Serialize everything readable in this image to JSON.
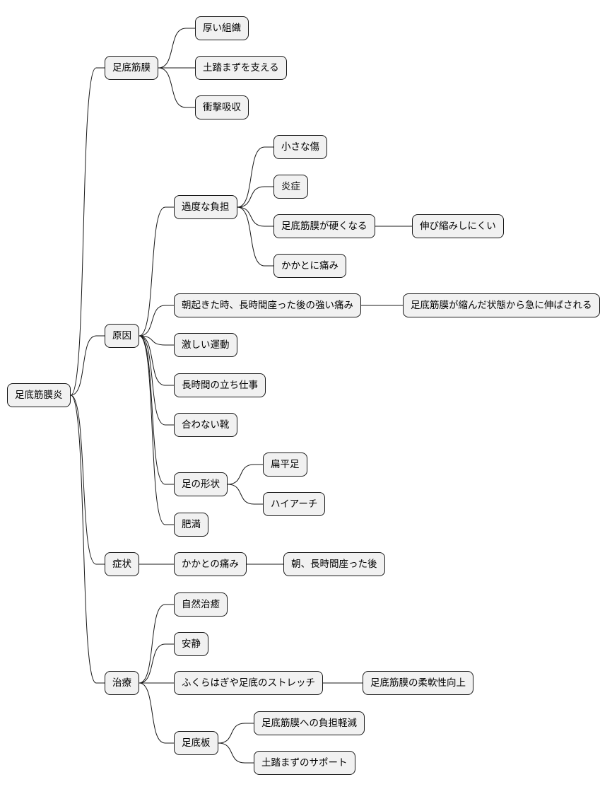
{
  "mindmap": {
    "root": "足底筋膜炎",
    "branches": [
      {
        "label": "足底筋膜",
        "children": [
          {
            "label": "厚い組織"
          },
          {
            "label": "土踏まずを支える"
          },
          {
            "label": "衝撃吸収"
          }
        ]
      },
      {
        "label": "原因",
        "children": [
          {
            "label": "過度な負担",
            "children": [
              {
                "label": "小さな傷"
              },
              {
                "label": "炎症"
              },
              {
                "label": "足底筋膜が硬くなる",
                "children": [
                  {
                    "label": "伸び縮みしにくい"
                  }
                ]
              },
              {
                "label": "かかとに痛み"
              }
            ]
          },
          {
            "label": "朝起きた時、長時間座った後の強い痛み",
            "children": [
              {
                "label": "足底筋膜が縮んだ状態から急に伸ばされる"
              }
            ]
          },
          {
            "label": "激しい運動"
          },
          {
            "label": "長時間の立ち仕事"
          },
          {
            "label": "合わない靴"
          },
          {
            "label": "足の形状",
            "children": [
              {
                "label": "扁平足"
              },
              {
                "label": "ハイアーチ"
              }
            ]
          },
          {
            "label": "肥満"
          }
        ]
      },
      {
        "label": "症状",
        "children": [
          {
            "label": "かかとの痛み",
            "children": [
              {
                "label": "朝、長時間座った後"
              }
            ]
          }
        ]
      },
      {
        "label": "治療",
        "children": [
          {
            "label": "自然治癒"
          },
          {
            "label": "安静"
          },
          {
            "label": "ふくらはぎや足底のストレッチ",
            "children": [
              {
                "label": "足底筋膜の柔軟性向上"
              }
            ]
          },
          {
            "label": "足底板",
            "children": [
              {
                "label": "足底筋膜への負担軽減"
              },
              {
                "label": "土踏まずのサポート"
              }
            ]
          }
        ]
      }
    ]
  }
}
